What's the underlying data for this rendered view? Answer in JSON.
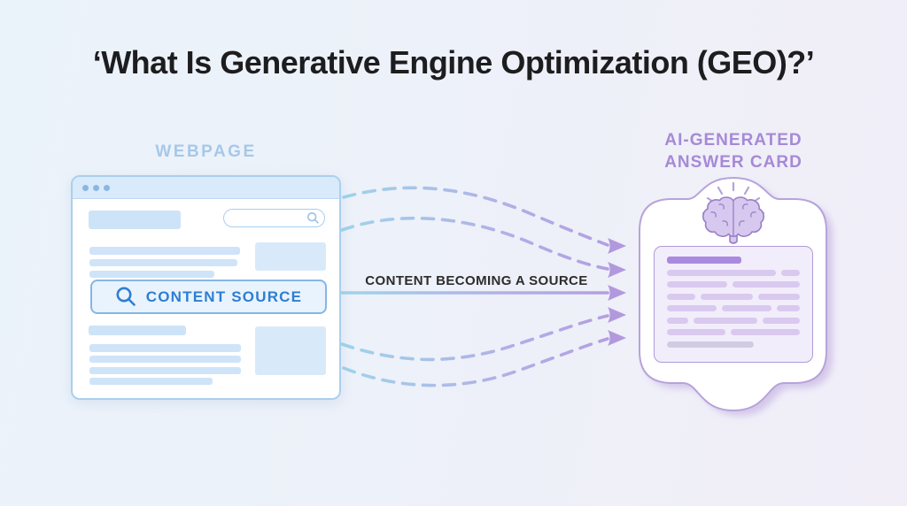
{
  "header": {
    "title": "‘What Is Generative Engine Optimization (GEO)?’"
  },
  "webpage": {
    "label": "WEBPAGE",
    "content_source_button": "CONTENT SOURCE"
  },
  "flow": {
    "label": "CONTENT BECOMING A SOURCE"
  },
  "answer_card": {
    "label_line1": "AI-GENERATED",
    "label_line2": "ANSWER CARD"
  },
  "icons": {
    "window_controls": "three-dots",
    "search_small": "magnifier",
    "search_button": "magnifier",
    "brain": "brain-with-rays",
    "arrows": "left-to-right flow arrows (4 dashed curved, 1 solid straight)"
  },
  "colors": {
    "title_text": "#1d1d1f",
    "webpage_label": "#a6c8e9",
    "webpage_accent": "#2e7ed2",
    "webpage_border": "#abcfee",
    "webpage_placeholder": "#cfe4f8",
    "card_label": "#a689d6",
    "card_border": "#b7a3d9",
    "card_bar_accent": "#a98ae0",
    "card_bar_light": "#d9c9ef",
    "arrow_gradient_start": "#9fd4ea",
    "arrow_gradient_end": "#b49ce1"
  }
}
